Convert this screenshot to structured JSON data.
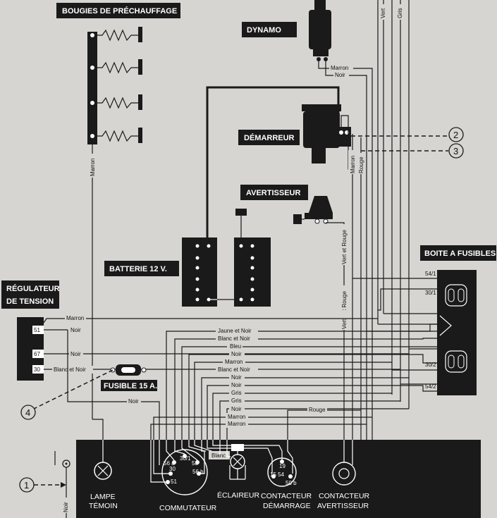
{
  "labels": {
    "bougies": "BOUGIES DE PRÉCHAUFFAGE",
    "dynamo": "DYNAMO",
    "demarreur": "DÉMARREUR",
    "avertisseur": "AVERTISSEUR",
    "batterie": "BATTERIE 12 V.",
    "boite": "BOITE A FUSIBLES",
    "regulateur_1": "RÉGULATEUR",
    "regulateur_2": "DE TENSION",
    "fusible": "FUSIBLE 15 A."
  },
  "bottom_labels": {
    "lampe_1": "LAMPE",
    "lampe_2": "TÉMOIN",
    "commutateur": "COMMUTATEUR",
    "eclaireur": "ÉCLAIREUR",
    "contacteur_dem_1": "CONTACTEUR",
    "contacteur_dem_2": "DÉMARRAGE",
    "contacteur_av_1": "CONTACTEUR",
    "contacteur_av_2": "AVERTISSEUR"
  },
  "callouts": [
    "1",
    "2",
    "3",
    "4"
  ],
  "regulator_terminals": [
    "51",
    "67",
    "30"
  ],
  "fuse_box_terminals": [
    "54/1",
    "30/1",
    "30/2",
    "54/2"
  ],
  "commutator_terminals": [
    "30/1",
    "56 a",
    "58",
    "56 b",
    "30",
    "51"
  ],
  "starter_switch_terminals": [
    "19",
    "15 54",
    "50 b"
  ],
  "wire_labels": {
    "dynamo_marron": "Marron",
    "dynamo_noir": "Noir",
    "bougies_marron": "Marron",
    "dem_marron": "Marron",
    "dem_rouge": "Rouge",
    "av_vert_rouge": "Vert et Rouge",
    "top_vert": "Vert",
    "top_gris": "Gris",
    "reg_marron": "Marron",
    "reg_noir1": "Noir",
    "reg_noir2": "Noir",
    "reg_blanc_noir": "Blanc et Noir",
    "bus_vert_rouge": "Vert et Rouge",
    "bus_vert": "Vert",
    "bus_rouge": "Rouge",
    "bottom_noir": "Noir",
    "blanc": "Blanc",
    "left_noir": "Noir"
  },
  "bus_wire_labels": [
    "Jaune et Noir",
    "Blanc et Noir",
    "Bleu",
    "Noir",
    "Marron",
    "Blanc et Noir",
    "Noir",
    "Noir",
    "Gris",
    "Gris",
    "Noir",
    "Marron",
    "Marron"
  ]
}
